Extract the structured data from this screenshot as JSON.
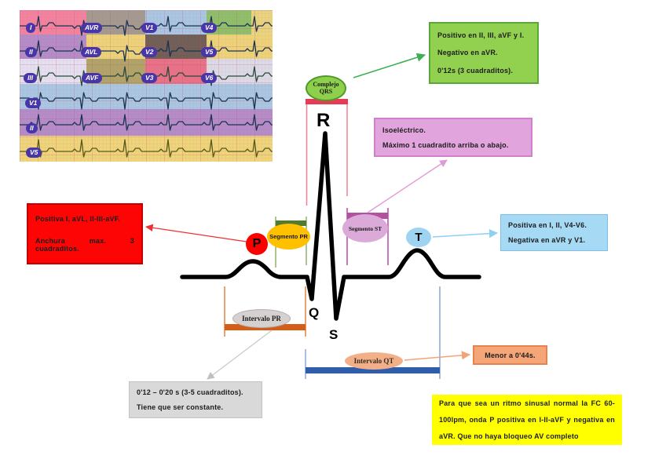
{
  "palette": {
    "qrs_note_green": "#92d050",
    "st_note_pink": "#e2a4dc",
    "p_note_red": "#fe0505",
    "t_note_blue": "#a6d9f4",
    "pr_note_gray": "#d9d9d9",
    "qt_note_orange": "#f4a678",
    "rhythm_note_yellow": "#ffff00",
    "qrs_bracket": "#e63b52",
    "pr_segment_bar": "#507c2b",
    "st_segment_bar": "#b2519d",
    "pr_interval_bar": "#d45d17",
    "qt_interval_bar": "#2f5da9",
    "waveform": "#000000"
  },
  "ecg_strip": {
    "labels": [
      "I",
      "AVR",
      "V1",
      "V4",
      "II",
      "AVL",
      "V2",
      "V5",
      "III",
      "AVF",
      "V3",
      "V6",
      "V1",
      "II",
      "V5"
    ]
  },
  "wave": {
    "p": "P",
    "q": "Q",
    "r": "R",
    "s": "S",
    "t": "T"
  },
  "tags": {
    "complejo_qrs": "Complejo QRS",
    "segmento_pr": "Segmento PR",
    "segmento_st": "Segmento ST",
    "intervalo_pr": "Intervalo PR",
    "intervalo_qt": "Intervalo QT"
  },
  "notes": {
    "qrs": {
      "lines": [
        "Positivo en II, III, aVF y I.",
        "Negativo en aVR.",
        "0'12s (3 cuadraditos)."
      ]
    },
    "st_segment": {
      "lines": [
        "Isoeléctrico.",
        "Máximo 1 cuadradito arriba o abajo."
      ]
    },
    "p_wave": {
      "lines": [
        "Positiva I, aVL, II-III-aVF.",
        "Anchura max. 3 cuadraditos."
      ]
    },
    "t_wave": {
      "lines": [
        "Positiva en I, II, V4-V6.",
        "Negativa en aVR y V1."
      ]
    },
    "pr_interval": {
      "lines": [
        "0'12 – 0'20 s (3-5 cuadraditos).",
        "Tiene que ser constante."
      ]
    },
    "qt_interval": {
      "text": "Menor a 0'44s."
    },
    "sinus_rhythm": {
      "text": "Para que sea un ritmo sinusal normal la FC 60-100lpm, onda P positiva en I-II-aVF y negativa en aVR. Que no haya bloqueo AV completo"
    }
  }
}
